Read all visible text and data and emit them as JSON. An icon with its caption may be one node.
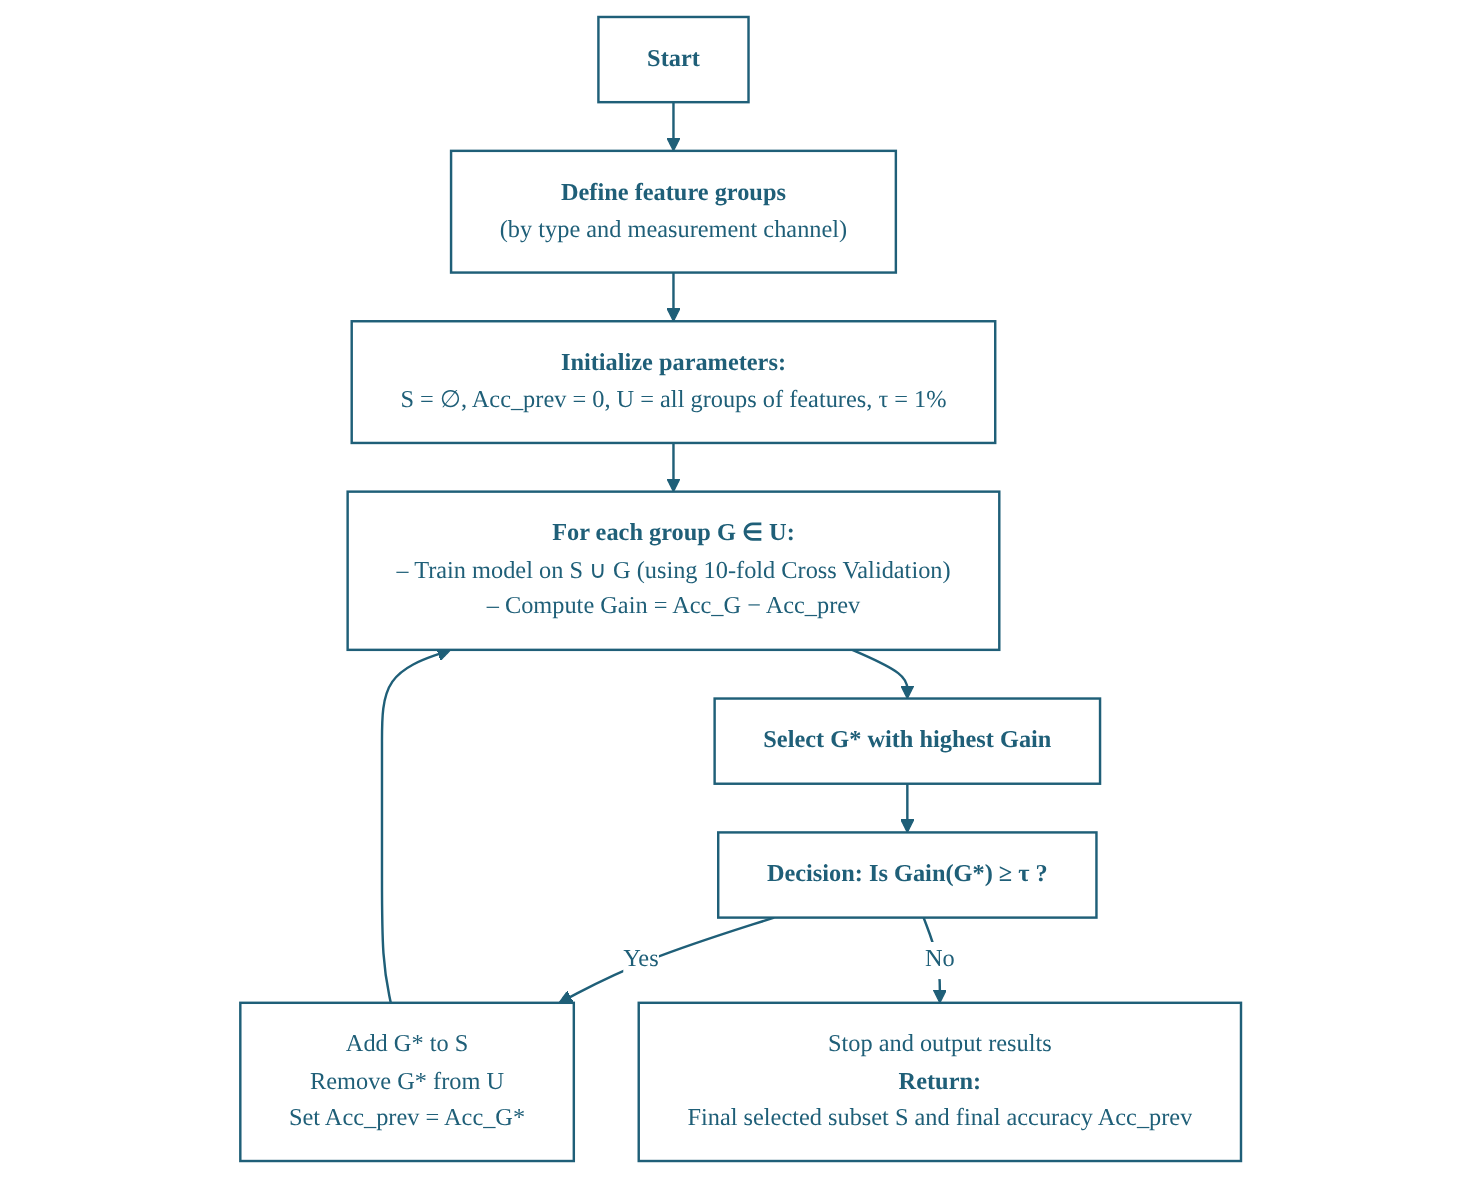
{
  "diagram": {
    "nodes": [
      {
        "text": [
          "Start"
        ]
      },
      {
        "text": [
          "Define feature groups",
          "(by type and measurement channel)"
        ]
      },
      {
        "text": [
          "Initialize parameters:",
          "S = ∅, Acc_prev = 0, U = all groups of features, τ = 1%"
        ]
      },
      {
        "text": [
          "For each group G ∈ U:",
          "– Train model on S ∪ G (using 10-fold Cross Validation)",
          "– Compute Gain = Acc_G − Acc_prev"
        ]
      },
      {
        "text": [
          "Select G* with highest Gain"
        ]
      },
      {
        "text": [
          "Decision: Is Gain(G*) ≥ τ ?"
        ]
      },
      {
        "text": [
          "Add G* to S",
          "Remove G* from U",
          "Set Acc_prev = Acc_G*"
        ]
      },
      {
        "text": [
          "Stop and output results",
          "Return:",
          "Final selected subset S and final accuracy Acc_prev"
        ]
      }
    ],
    "edges": [
      {
        "from": 0,
        "to": 1,
        "arrow": "to"
      },
      {
        "from": 1,
        "to": 2,
        "arrow": "to"
      },
      {
        "from": 2,
        "to": 3,
        "arrow": "to"
      },
      {
        "from": 3,
        "to": 4,
        "arrow": "to"
      },
      {
        "from": 4,
        "to": 5,
        "arrow": "to"
      },
      {
        "from": 5,
        "to": 6,
        "arrow": "to",
        "label": "Yes"
      },
      {
        "from": 5,
        "to": 7,
        "arrow": "to",
        "label": "No"
      },
      {
        "from": 6,
        "to": 3,
        "arrow": "to"
      }
    ]
  }
}
